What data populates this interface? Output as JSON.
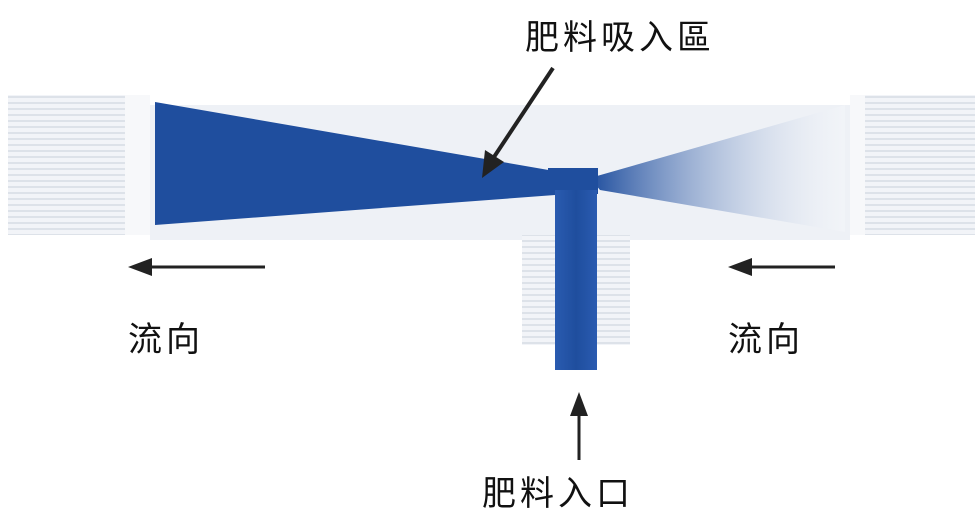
{
  "labels": {
    "suction_zone": "肥料吸入區",
    "flow_left": "流向",
    "flow_right": "流向",
    "fertilizer_inlet": "肥料入口"
  },
  "colors": {
    "fluid_blue": "#1f4e9e",
    "fluid_light": "#e3e7f0",
    "pipe_white": "#f4f6f9",
    "pipe_ridge": "#d5dbe4",
    "arrow": "#222222"
  }
}
